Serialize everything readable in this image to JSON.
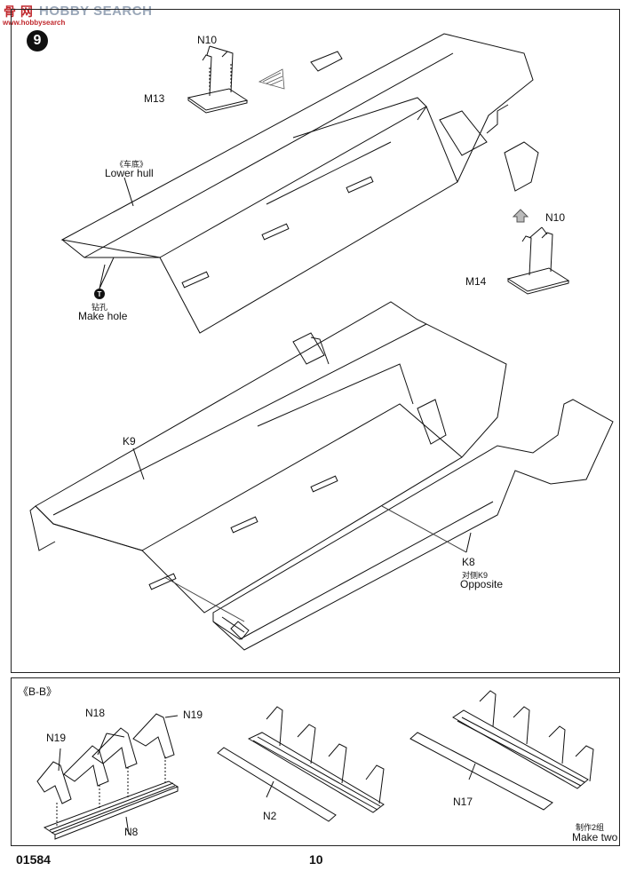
{
  "watermark": {
    "logo": "骨 网",
    "text": "HOBBY SEARCH",
    "url": "www.hobbysearch"
  },
  "step": {
    "number": "9"
  },
  "labels": {
    "n10_top": "N10",
    "m13": "M13",
    "lower_hull_cn": "《车底》",
    "lower_hull_en": "Lower hull",
    "make_hole_icon": "T",
    "make_hole_cn": "钻孔",
    "make_hole_en": "Make hole",
    "n10_right": "N10",
    "m14": "M14",
    "k9": "K9",
    "k8": "K8",
    "k8_opposite_cn": "对侧K9",
    "k8_opposite_en": "Opposite"
  },
  "section_bb": {
    "title": "《B-B》",
    "n18": "N18",
    "n19_left": "N19",
    "n19_right": "N19",
    "n8": "N8",
    "n2": "N2",
    "n17": "N17",
    "make_two_cn": "制作2组",
    "make_two_en": "Make two"
  },
  "footer": {
    "code": "01584",
    "page": "10"
  }
}
